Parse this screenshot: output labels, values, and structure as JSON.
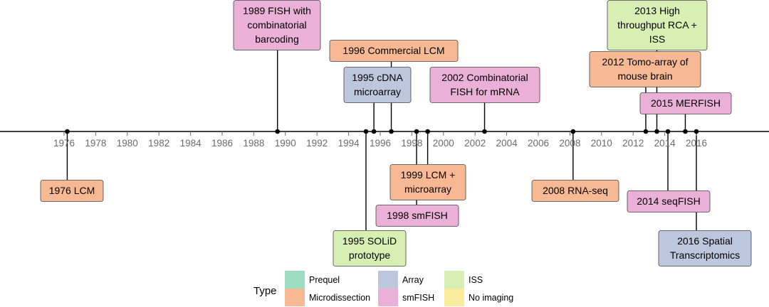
{
  "axis": {
    "tick_years": [
      1976,
      1978,
      1980,
      1982,
      1984,
      1986,
      1988,
      1990,
      1992,
      1994,
      1996,
      1998,
      2000,
      2002,
      2004,
      2006,
      2008,
      2010,
      2012,
      2014,
      2016
    ]
  },
  "colors": {
    "prequel": "#9cdcc0",
    "microdissection": "#f7b994",
    "array": "#bcc6dd",
    "smfish": "#eab0d8",
    "iss": "#d8efb4",
    "no_imaging": "#fbeb9c",
    "axis_line": "#000000"
  },
  "events": [
    {
      "year": 1976.2,
      "lines": [
        "1976 LCM"
      ],
      "type": "microdissection"
    },
    {
      "year": 1989.5,
      "lines": [
        "1989 FISH with",
        "combinatorial",
        "barcoding"
      ],
      "type": "smfish"
    },
    {
      "year": 1995.1,
      "lines": [
        "1995 SOLiD",
        "prototype"
      ],
      "type": "iss"
    },
    {
      "year": 1995.6,
      "lines": [
        "1995 cDNA",
        "microarray"
      ],
      "type": "array"
    },
    {
      "year": 1996.7,
      "lines": [
        "1996 Commercial LCM"
      ],
      "type": "microdissection"
    },
    {
      "year": 1998.3,
      "lines": [
        "1998 smFISH"
      ],
      "type": "smfish"
    },
    {
      "year": 1999.0,
      "lines": [
        "1999 LCM +",
        "microarray"
      ],
      "type": "microdissection"
    },
    {
      "year": 2002.6,
      "lines": [
        "2002 Combinatorial",
        "FISH for mRNA"
      ],
      "type": "smfish"
    },
    {
      "year": 2008.2,
      "lines": [
        "2008 RNA-seq"
      ],
      "type": "microdissection"
    },
    {
      "year": 2012.8,
      "lines": [
        "2012 Tomo-array of",
        "mouse brain"
      ],
      "type": "microdissection"
    },
    {
      "year": 2013.5,
      "lines": [
        "2013 High",
        "throughput RCA +",
        "ISS"
      ],
      "type": "iss"
    },
    {
      "year": 2014.2,
      "lines": [
        "2014 seqFISH"
      ],
      "type": "smfish"
    },
    {
      "year": 2015.3,
      "lines": [
        "2015 MERFISH"
      ],
      "type": "smfish"
    },
    {
      "year": 2016.0,
      "lines": [
        "2016 Spatial",
        "Transcriptomics"
      ],
      "type": "array"
    }
  ],
  "legend": {
    "title": "Type",
    "items": [
      {
        "key": "prequel",
        "label": "Prequel"
      },
      {
        "key": "microdissection",
        "label": "Microdissection"
      },
      {
        "key": "array",
        "label": "Array"
      },
      {
        "key": "smfish",
        "label": "smFISH"
      },
      {
        "key": "iss",
        "label": "ISS"
      },
      {
        "key": "no_imaging",
        "label": "No imaging"
      }
    ]
  }
}
